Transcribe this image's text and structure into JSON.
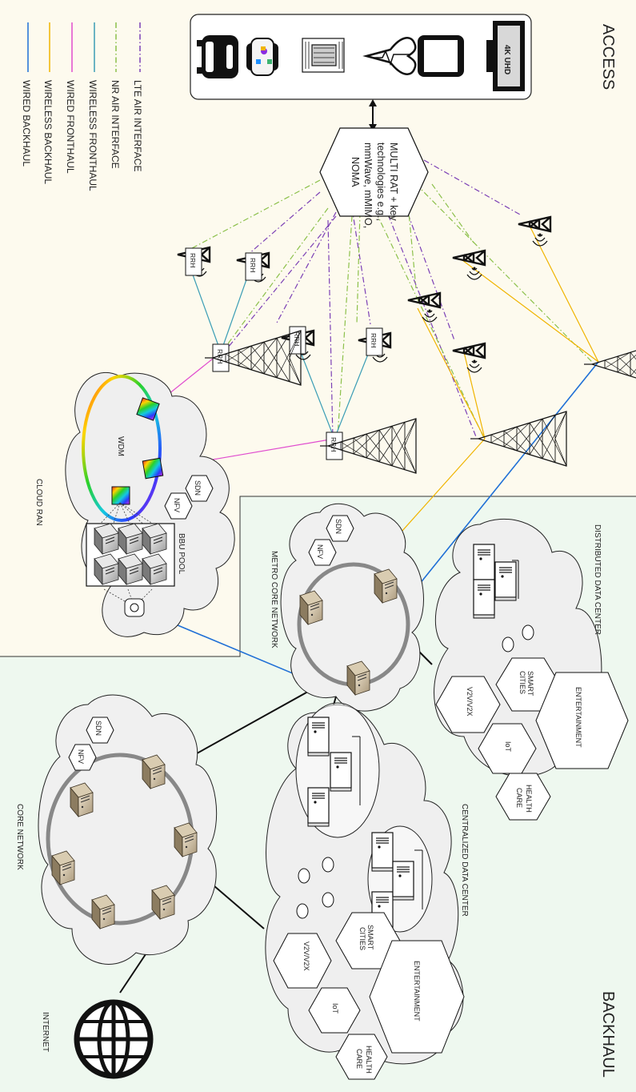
{
  "zones": {
    "access": "ACCESS",
    "backhaul": "BACKHAUL"
  },
  "legend": [
    {
      "label": "LTE AIR INTERFACE",
      "color": "#7b3fb5",
      "style": "dashdot"
    },
    {
      "label": "NR AIR INTERFACE",
      "color": "#8cc04a",
      "style": "dashdot"
    },
    {
      "label": "WIRELESS FRONTHAUL",
      "color": "#3a9db5",
      "style": "solid"
    },
    {
      "label": "WIRED FRONTHAUL",
      "color": "#e04ccf",
      "style": "solid"
    },
    {
      "label": "WIRELESS BACKHAUL",
      "color": "#f0b400",
      "style": "solid"
    },
    {
      "label": "WIRED BACKHAUL",
      "color": "#1f6fd6",
      "style": "solid"
    }
  ],
  "access_device_icons": [
    "car-icon",
    "smartwatch-icon",
    "building-icon",
    "heart-monitor-icon",
    "smartphone-icon",
    "tv-icon"
  ],
  "tv_label": "4K UHD",
  "multirat": [
    "MULTI RAT + key",
    "technologies e.g.,",
    "mmWave, mMIMO,",
    "NOMA"
  ],
  "rrh_label": "RRH",
  "cloud_ran": {
    "title": "CLOUD RAN",
    "wdm": "WDM",
    "sdn": "SDN",
    "nfv": "NFV",
    "bbu": "BBU POOL"
  },
  "metro": {
    "title": "METRO CORE NETWORK",
    "sdn": "SDN",
    "nfv": "NFV"
  },
  "distributed_dc": {
    "title": "DISTRIBUTED DATA CENTER",
    "apps": [
      {
        "lines": [
          "SMART",
          "CITIES"
        ]
      },
      {
        "lines": [
          "ENTERTAINMENT"
        ]
      },
      {
        "lines": [
          "V2V/V2X"
        ]
      },
      {
        "lines": [
          "IoT"
        ]
      },
      {
        "lines": [
          "HEALTH",
          "CARE"
        ]
      }
    ]
  },
  "core": {
    "title": "CORE NETWORK",
    "sdn": "SDN",
    "nfv": "NFV"
  },
  "centralized_dc": {
    "title": "CENTRALIZED DATA CENTER",
    "apps": [
      {
        "lines": [
          "SMART",
          "CITIES"
        ]
      },
      {
        "lines": [
          "ENTERTAINMENT"
        ]
      },
      {
        "lines": [
          "V2V/V2X"
        ]
      },
      {
        "lines": [
          "IoT"
        ]
      },
      {
        "lines": [
          "HEALTH",
          "CARE"
        ]
      }
    ]
  },
  "internet": "INTERNET"
}
